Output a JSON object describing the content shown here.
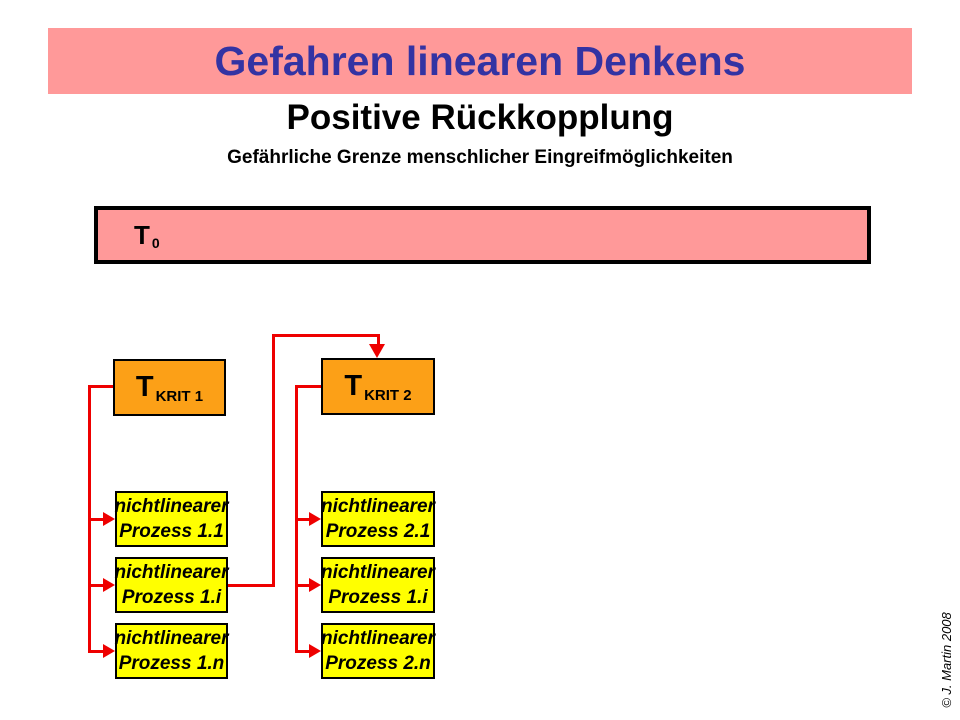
{
  "header": {
    "title": "Gefahren linearen Denkens",
    "subtitle": "Positive Rückkopplung",
    "subheading": "Gefährliche Grenze menschlicher Eingreifmöglichkeiten"
  },
  "diagram": {
    "t0": {
      "symbol": "T",
      "subscript": "0"
    },
    "columns": [
      {
        "tkrit": {
          "symbol": "T",
          "subscript": "KRIT 1"
        },
        "processes": [
          {
            "line1": "nichtlinearer",
            "line2": "Prozess 1.1"
          },
          {
            "line1": "nichtlinearer",
            "line2": "Prozess 1.i"
          },
          {
            "line1": "nichtlinearer",
            "line2": "Prozess 1.n"
          }
        ]
      },
      {
        "tkrit": {
          "symbol": "T",
          "subscript": "KRIT 2"
        },
        "processes": [
          {
            "line1": "nichtlinearer",
            "line2": "Prozess 2.1"
          },
          {
            "line1": "nichtlinearer",
            "line2": "Prozess 1.i"
          },
          {
            "line1": "nichtlinearer",
            "line2": "Prozess 2.n"
          }
        ]
      }
    ]
  },
  "footer": {
    "copyright": "© J. Martin 2008"
  },
  "colors": {
    "band_pink": "#FF9999",
    "box_orange": "#FCA017",
    "box_yellow": "#FFFF00",
    "line_red": "#EE0000",
    "title_blue": "#3333A3",
    "text_black": "#000000",
    "background": "#FFFFFF"
  }
}
